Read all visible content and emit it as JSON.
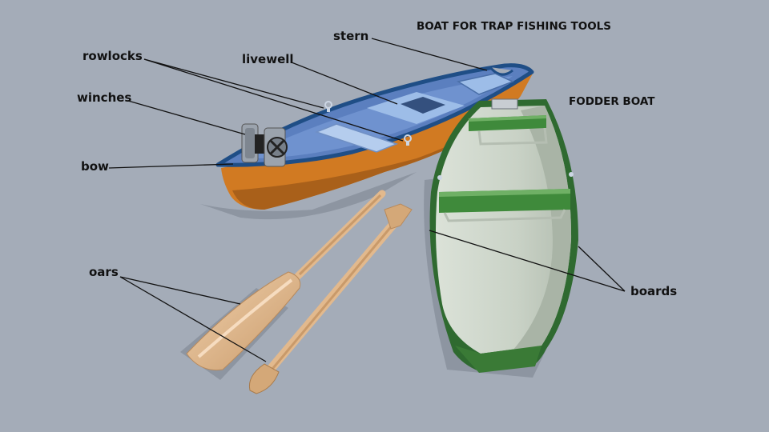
{
  "title": "BOAT FOR TRAP FISHING TOOLS",
  "fodder_title": "FODDER BOAT",
  "labels": {
    "stern": "stern",
    "rowlocks": "rowlocks",
    "livewell": "livewell",
    "winches": "winches",
    "bow": "bow",
    "oars": "oars",
    "boards": "boards"
  },
  "colors": {
    "background": "#a4acb8",
    "trap_boat_hull": "#d17a22",
    "trap_boat_deck": "#5b7fbf",
    "trap_boat_rim": "#1f4e86",
    "fodder_boat_rim": "#2f6a30",
    "fodder_boat_interior": "#ccd5c8",
    "fodder_boat_benches": "#3f8a3b",
    "oar_wood": "#e2b98d",
    "leader_lines": "#111111"
  }
}
